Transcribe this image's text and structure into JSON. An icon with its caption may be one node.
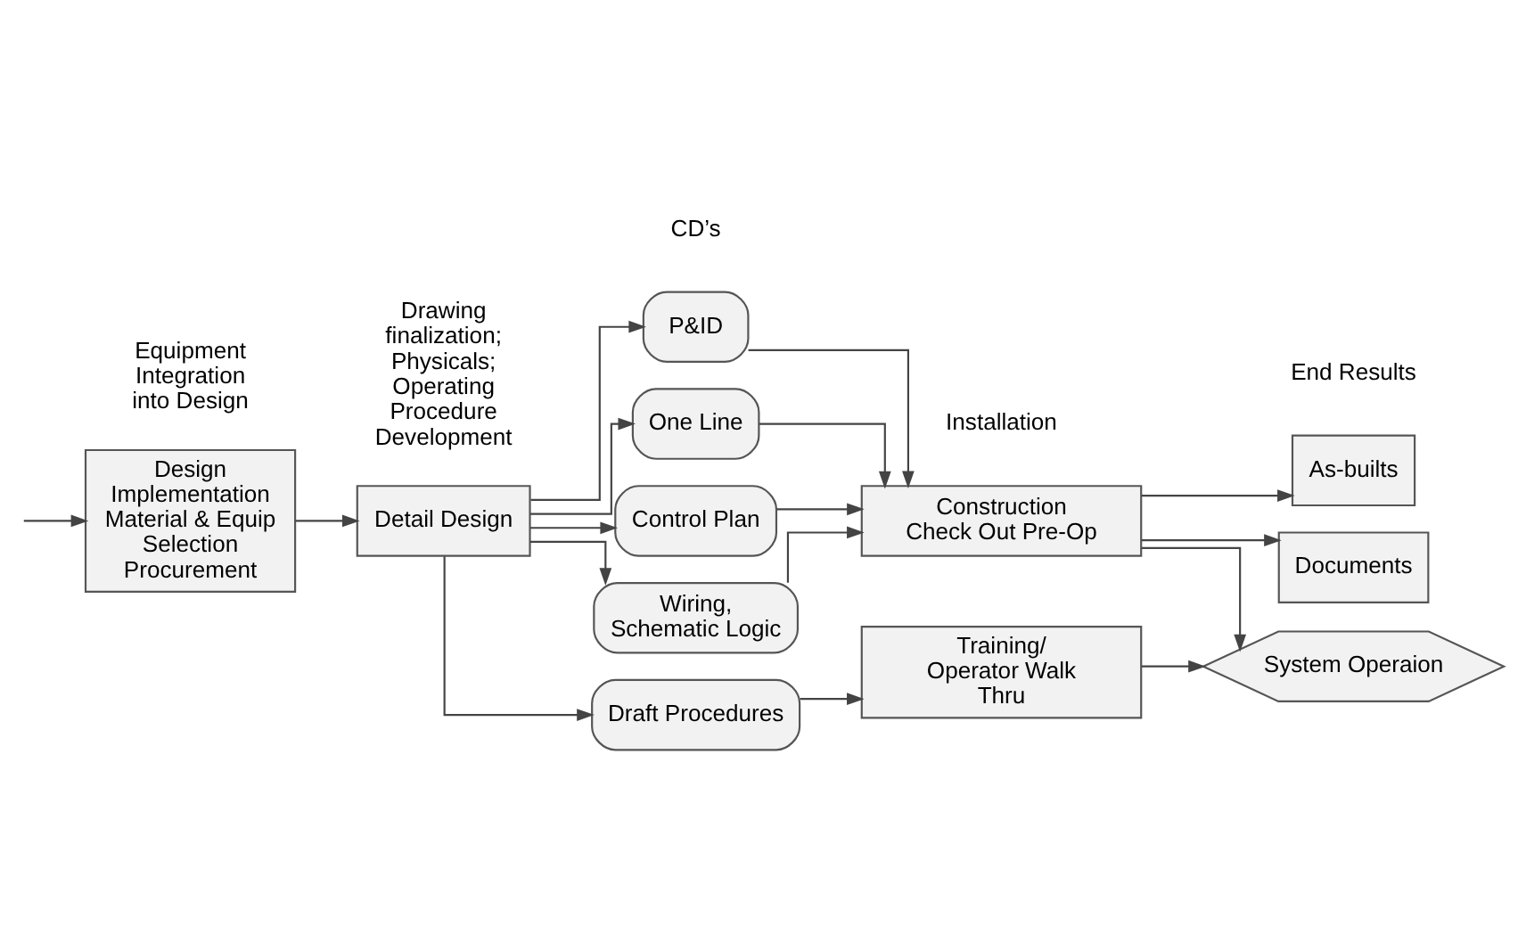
{
  "diagram": {
    "nodes": [
      {
        "text": [
          "Design Implementation Material & Equip Selection Procurement"
        ]
      },
      {
        "text": [
          "Detail Design"
        ]
      },
      {
        "text": [
          "P&ID"
        ]
      },
      {
        "text": [
          "One Line"
        ]
      },
      {
        "text": [
          "Control Plan"
        ]
      },
      {
        "text": [
          "Wiring, Schematic Logic"
        ]
      },
      {
        "text": [
          "Draft Procedures"
        ]
      },
      {
        "text": [
          "Construction Check Out Pre-Op"
        ]
      },
      {
        "text": [
          "Training/ Operator Walk Thru"
        ]
      },
      {
        "text": [
          "As-builts"
        ]
      },
      {
        "text": [
          "Documents"
        ]
      },
      {
        "text": [
          "System Operaion"
        ]
      }
    ],
    "edges": [
      {
        "from": null,
        "to": 0,
        "arrow": "to"
      },
      {
        "from": 0,
        "to": 1,
        "arrow": "to"
      },
      {
        "from": 1,
        "to": 2,
        "arrow": "to"
      },
      {
        "from": 1,
        "to": 3,
        "arrow": "to"
      },
      {
        "from": 1,
        "to": 4,
        "arrow": "to"
      },
      {
        "from": 1,
        "to": 5,
        "arrow": "to"
      },
      {
        "from": 1,
        "to": 6,
        "arrow": "to"
      },
      {
        "from": 2,
        "to": 7,
        "arrow": "to"
      },
      {
        "from": 3,
        "to": 7,
        "arrow": "to"
      },
      {
        "from": 4,
        "to": 7,
        "arrow": "to"
      },
      {
        "from": 5,
        "to": 7,
        "arrow": "to"
      },
      {
        "from": 6,
        "to": 8,
        "arrow": "to"
      },
      {
        "from": 7,
        "to": 9,
        "arrow": "to"
      },
      {
        "from": 7,
        "to": 10,
        "arrow": "to"
      },
      {
        "from": 7,
        "to": 11,
        "arrow": "to"
      },
      {
        "from": 8,
        "to": 11,
        "arrow": "to"
      }
    ],
    "labels": [
      "Equipment Integration into Design",
      "Drawing finalization; Physicals; Operating Procedure Development",
      "CD’s",
      "Installation",
      "End Results"
    ]
  }
}
